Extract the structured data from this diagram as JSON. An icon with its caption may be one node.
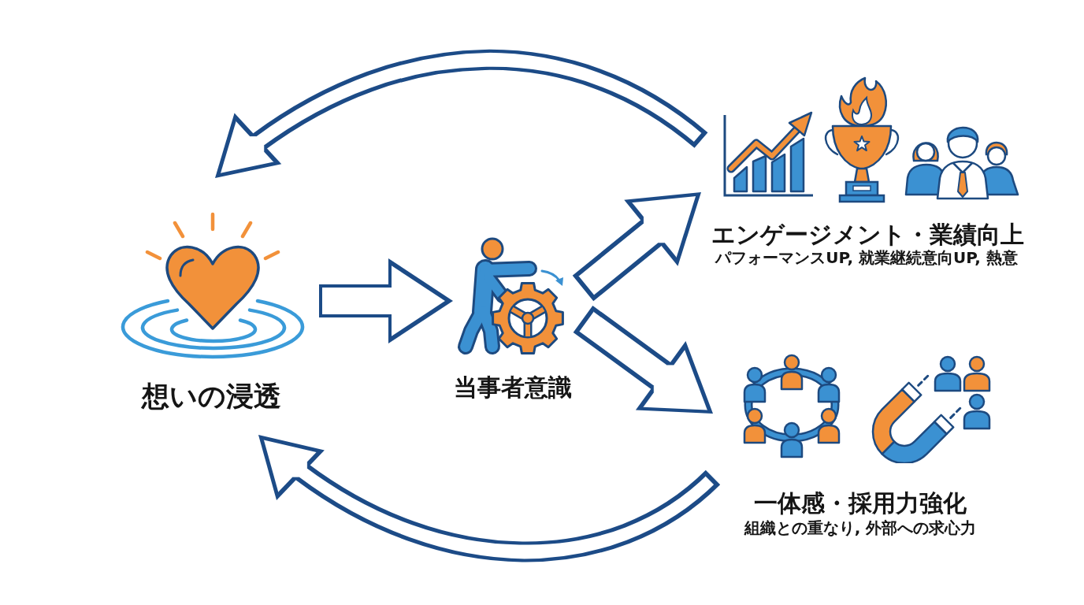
{
  "diagram": {
    "nodes": [
      {
        "text": [
          "想いの浸透"
        ]
      },
      {
        "text": [
          "当事者意識"
        ]
      },
      {
        "text": [
          "エンゲージメント・業績向上",
          "パフォーマンスUP, 就業継続意向UP, 熱意"
        ]
      },
      {
        "text": [
          "一体感・採用力強化",
          "組織との重なり, 外部への求心力"
        ]
      }
    ],
    "edges": [
      {
        "from": 0,
        "to": 1,
        "arrow": "to"
      },
      {
        "from": 1,
        "to": 2,
        "arrow": "to"
      },
      {
        "from": 1,
        "to": 3,
        "arrow": "to"
      },
      {
        "from": 2,
        "to": 0,
        "arrow": "to"
      },
      {
        "from": 3,
        "to": 0,
        "arrow": "to"
      }
    ]
  }
}
